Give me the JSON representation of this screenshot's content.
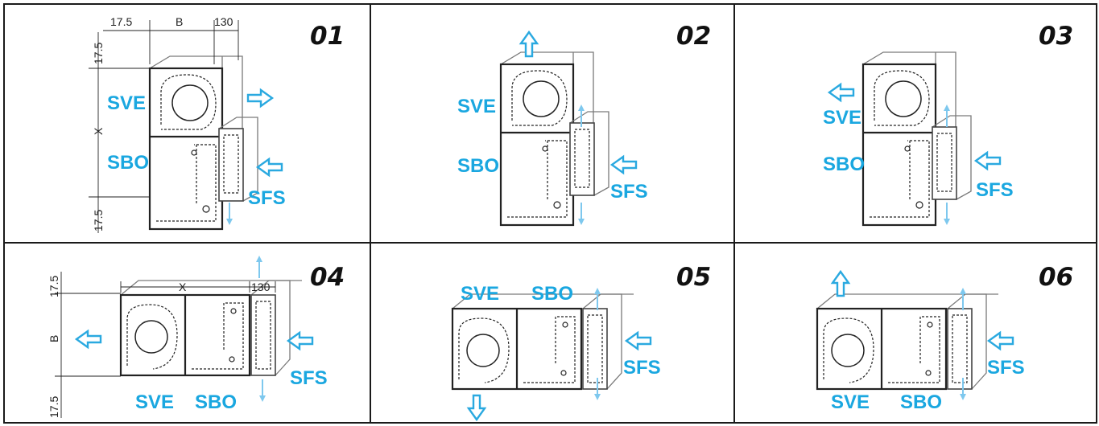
{
  "panels": [
    {
      "number": "01",
      "labels": [
        "SVE",
        "SBO",
        "SFS"
      ],
      "dims": [
        "17.5",
        "B",
        "130",
        "17.5",
        "X",
        "17.5"
      ]
    },
    {
      "number": "02",
      "labels": [
        "SVE",
        "SBO",
        "SFS"
      ]
    },
    {
      "number": "03",
      "labels": [
        "SVE",
        "SBO",
        "SFS"
      ]
    },
    {
      "number": "04",
      "labels": [
        "SVE",
        "SBO",
        "SFS"
      ],
      "dims": [
        "X",
        "130",
        "17.5",
        "B",
        "17.5"
      ]
    },
    {
      "number": "05",
      "labels": [
        "SVE",
        "SBO",
        "SFS"
      ]
    },
    {
      "number": "06",
      "labels": [
        "SVE",
        "SBO",
        "SFS"
      ]
    }
  ],
  "colors": {
    "label": "#1aa7e0",
    "arrow": "#2aa9e0",
    "arrow_light": "#7ec8ee",
    "line": "#1e1e1e"
  }
}
